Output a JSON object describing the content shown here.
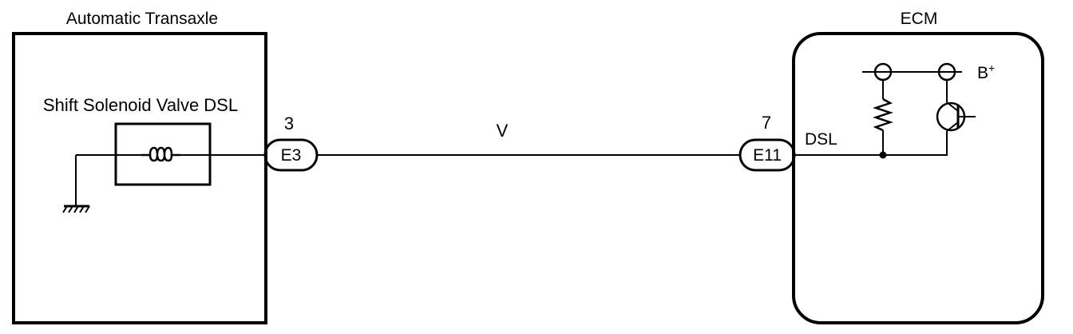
{
  "left_module": {
    "title": "Automatic Transaxle"
  },
  "solenoid": {
    "label": "Shift Solenoid Valve DSL"
  },
  "connector_left": {
    "pin": "3",
    "id": "E3"
  },
  "wire": {
    "color": "V"
  },
  "connector_right": {
    "pin": "7",
    "id": "E11"
  },
  "right_module": {
    "title": "ECM",
    "terminal": "DSL",
    "supply": "B",
    "supply_sup": "+"
  },
  "colors": {
    "ink": "#000000",
    "paper": "#ffffff"
  }
}
